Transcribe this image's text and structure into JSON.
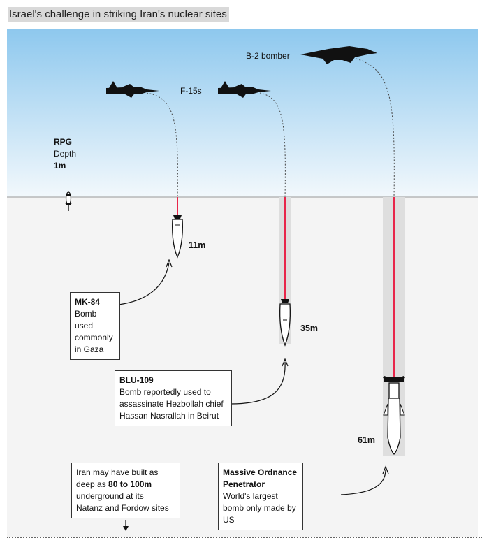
{
  "title": "Israel's challenge in striking Iran's nuclear sites",
  "aircraft": {
    "f15_label": "F-15s",
    "b2_label": "B-2 bomber"
  },
  "rpg": {
    "name": "RPG",
    "depth_word": "Depth",
    "depth": "1m"
  },
  "depths": {
    "mk84": "11m",
    "blu109": "35m",
    "mop": "61m"
  },
  "mk84_box": {
    "title": "MK-84",
    "desc_lines": [
      "Bomb",
      "used",
      "commonly",
      "in Gaza"
    ]
  },
  "blu109_box": {
    "title": "BLU-109",
    "desc_lines": [
      "Bomb reportedly used to",
      "assassinate Hezbollah chief",
      "Hassan Nasrallah in Beirut"
    ]
  },
  "iran_box": {
    "line1": "Iran may have built as",
    "line2_prefix": "deep as ",
    "line2_bold": "80 to 100m",
    "line3": "underground at its",
    "line4": "Natanz and Fordow sites"
  },
  "mop_box": {
    "title_line1": "Massive Ordnance",
    "title_line2": "Penetrator",
    "desc_lines": [
      "World's largest",
      "bomb only made by",
      "US"
    ]
  },
  "colors": {
    "sky_top": "#8ec8ee",
    "sky_bottom": "#eef6fb",
    "ground": "#f3f3f3",
    "shaft": "#dddddd",
    "penetration_line": "#e8264a",
    "silhouette": "#111111"
  }
}
